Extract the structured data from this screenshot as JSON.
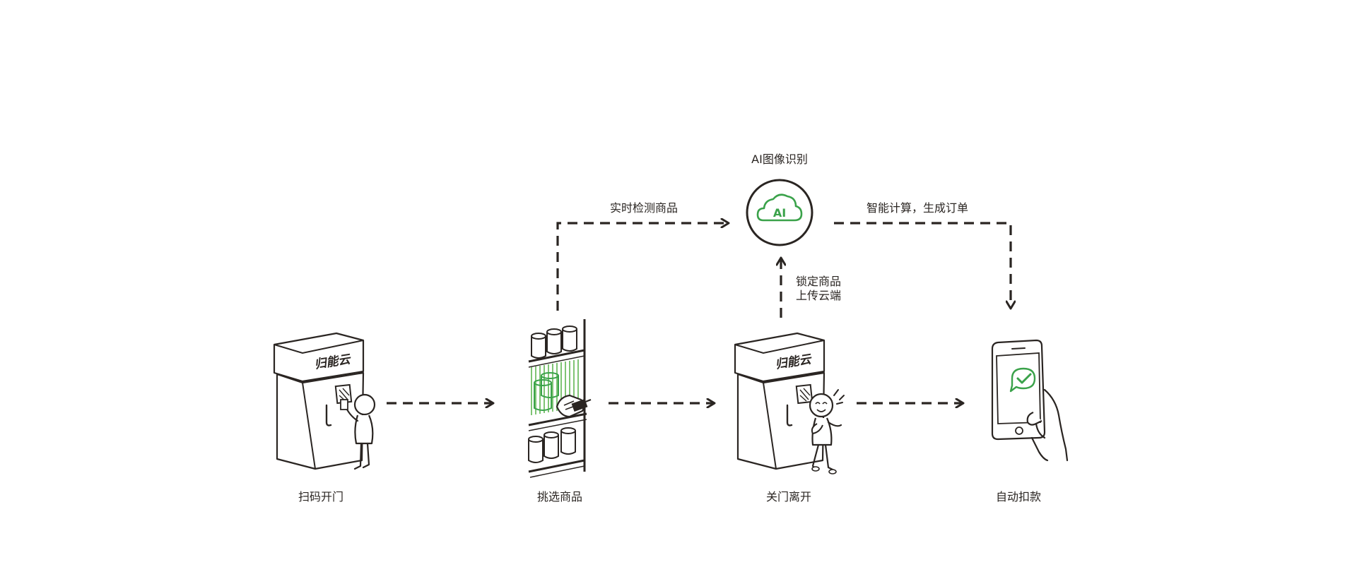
{
  "steps": [
    {
      "label": "扫码开门"
    },
    {
      "label": "挑选商品"
    },
    {
      "label": "关门离开"
    },
    {
      "label": "自动扣款"
    }
  ],
  "ai": {
    "title": "AI图像识别",
    "cloud_text": "AI"
  },
  "edges": {
    "detect": "实时检测商品",
    "calculate": "智能计算，生成订单",
    "upload_line1": "锁定商品",
    "upload_line2": "上传云端"
  },
  "cabinet_brand": "归能云",
  "colors": {
    "ink": "#2a2522",
    "accent": "#3aa24a",
    "accent_light": "#7fc474"
  }
}
